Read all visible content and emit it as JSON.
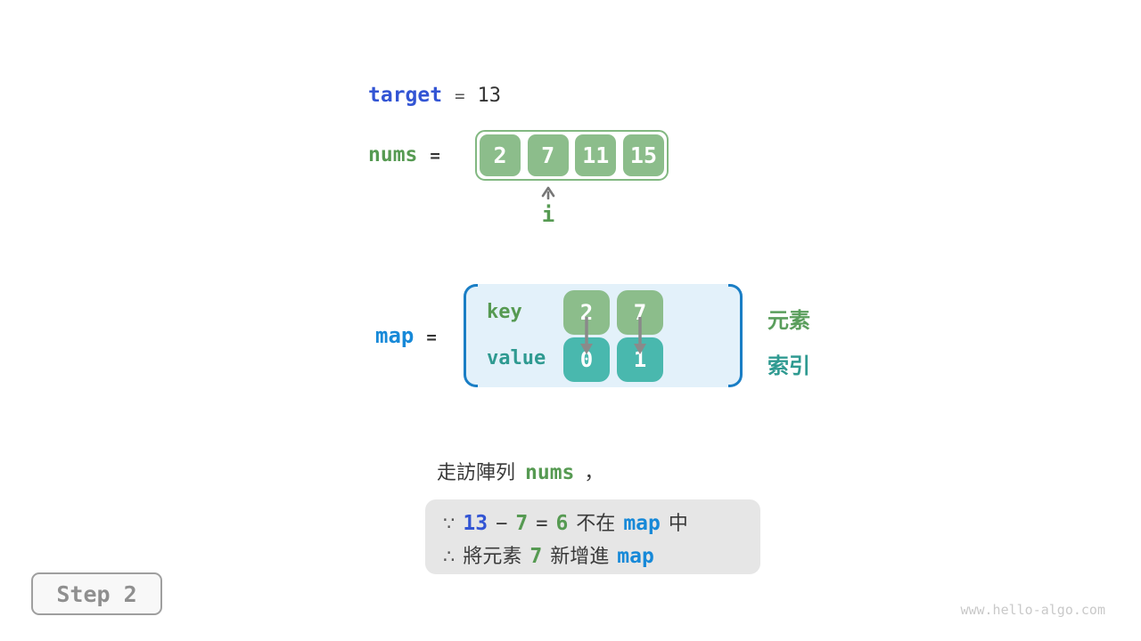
{
  "colors": {
    "target_blue": "#3355d4",
    "map_blue": "#1789d8",
    "green": "#569a52",
    "teal": "#2f9a91",
    "cell_green": "#8cbd8b",
    "cell_teal": "#49b8ae",
    "array_border_green": "#82b881",
    "map_fill": "#e3f1fa",
    "map_bracket_blue": "#1a7ec5",
    "note_bg": "#e6e6e6",
    "dark_text": "#3a3a3a",
    "arrow_gray": "#8a8a8a"
  },
  "target_line": {
    "name": "target",
    "op": "=",
    "value": "13"
  },
  "nums_line": {
    "name": "nums",
    "op": "=",
    "cells": [
      "2",
      "7",
      "11",
      "15"
    ],
    "pointer": "i"
  },
  "map_section": {
    "name": "map",
    "op": "=",
    "key_label": "key",
    "value_label": "value",
    "keys": [
      "2",
      "7"
    ],
    "values": [
      "0",
      "1"
    ],
    "element_label": "元素",
    "index_label": "索引"
  },
  "caption": {
    "prefix": "走訪陣列",
    "code": "nums",
    "comma": "，"
  },
  "note": {
    "line1": [
      {
        "text": "∵"
      },
      {
        "text": "13"
      },
      {
        "text": "−"
      },
      {
        "text": "7"
      },
      {
        "text": "="
      },
      {
        "text": "6"
      },
      {
        "text": "不在"
      },
      {
        "text": "map"
      },
      {
        "text": "中"
      }
    ],
    "line2": [
      {
        "text": "∴"
      },
      {
        "text": "將元素"
      },
      {
        "text": "7"
      },
      {
        "text": "新增進"
      },
      {
        "text": "map"
      }
    ]
  },
  "step_box": {
    "label": "Step 2"
  },
  "watermark": "www.hello-algo.com"
}
